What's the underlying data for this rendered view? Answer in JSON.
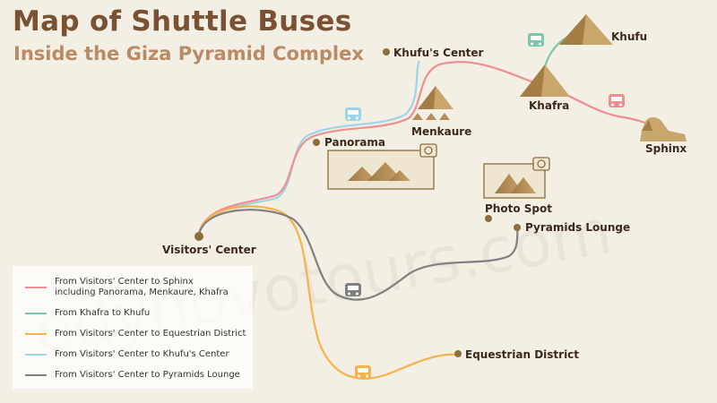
{
  "title": "Map of Shuttle Buses",
  "subtitle": "Inside the Giza Pyramid Complex",
  "watermark": "odynovotours.com",
  "colors": {
    "background": "#f4efe4",
    "route_sphinx": "#f08f8f",
    "route_khufu": "#7cc8a6",
    "route_equestrian": "#f7b24a",
    "route_khufu_center": "#9ed5e5",
    "route_lounge": "#808080",
    "stop_dot": "#8d6d3b",
    "title": "#7a5133",
    "subtitle": "#b88a66"
  },
  "places": {
    "visitors_center": "Visitors' Center",
    "panorama": "Panorama",
    "menkaure": "Menkaure",
    "khufus_center": "Khufu's Center",
    "khafra": "Khafra",
    "khufu": "Khufu",
    "sphinx": "Sphinx",
    "photo_spot": "Photo Spot",
    "pyramids_lounge": "Pyramids Lounge",
    "equestrian_district": "Equestrian District"
  },
  "icons": [
    "bus-icon",
    "camera-icon",
    "pyramid-icon",
    "sphinx-icon"
  ],
  "legend": [
    {
      "line1": "From Visitors' Center to Sphinx",
      "line2": "including Panorama, Menkaure, Khafra",
      "color": "#f08f8f"
    },
    {
      "line1": "From Khafra to Khufu",
      "line2": "",
      "color": "#7cc8a6"
    },
    {
      "line1": "From Visitors' Center to Equestrian District",
      "line2": "",
      "color": "#f7b24a"
    },
    {
      "line1": "From Visitors' Center to Khufu's Center",
      "line2": "",
      "color": "#9ed5e5"
    },
    {
      "line1": "From Visitors' Center to Pyramids Lounge",
      "line2": "",
      "color": "#808080"
    }
  ]
}
